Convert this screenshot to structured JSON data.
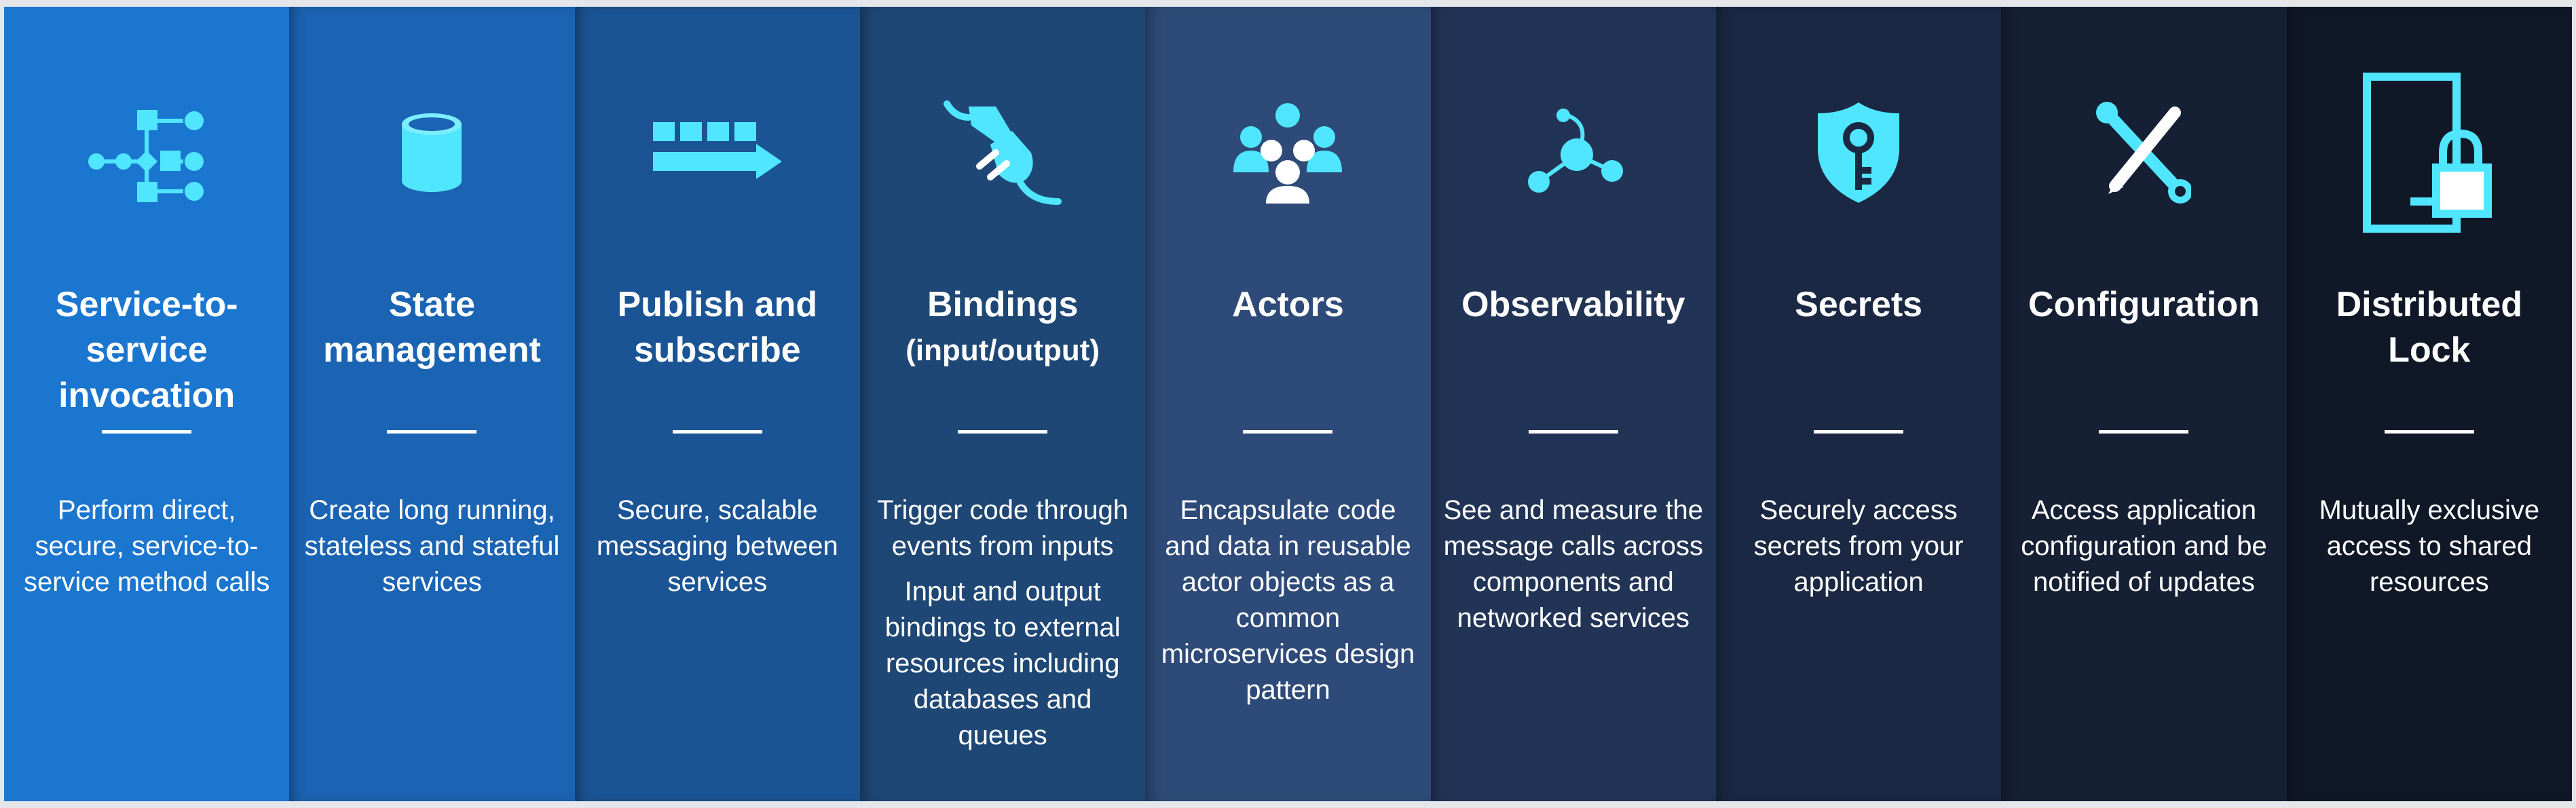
{
  "columns": [
    {
      "title": "Service-to-service invocation",
      "subtitle": "",
      "description": [
        "Perform direct, secure, service-to-service method calls"
      ],
      "icon": "service-invocation-icon",
      "color": "#1b76d0"
    },
    {
      "title": "State management",
      "subtitle": "",
      "description": [
        "Create long running, stateless and stateful services"
      ],
      "icon": "database-icon",
      "color": "#1b64b3"
    },
    {
      "title": "Publish and subscribe",
      "subtitle": "",
      "description": [
        "Secure, scalable messaging between services"
      ],
      "icon": "message-queue-icon",
      "color": "#1b5495"
    },
    {
      "title": "Bindings",
      "subtitle": "(input/output)",
      "description": [
        "Trigger code through events from inputs",
        "Input and output bindings to external resources including databases and queues"
      ],
      "icon": "plug-icon",
      "color": "#1e4775"
    },
    {
      "title": "Actors",
      "subtitle": "",
      "description": [
        "Encapsulate code and data in reusable actor objects as a common microservices design pattern"
      ],
      "icon": "people-group-icon",
      "color": "#2d4a78"
    },
    {
      "title": "Observability",
      "subtitle": "",
      "description": [
        "See and measure the message calls across components and networked services"
      ],
      "icon": "network-nodes-icon",
      "color": "#223456"
    },
    {
      "title": "Secrets",
      "subtitle": "",
      "description": [
        "Securely access secrets from your application"
      ],
      "icon": "shield-key-icon",
      "color": "#1b2843"
    },
    {
      "title": "Configuration",
      "subtitle": "",
      "description": [
        "Access application configuration and be notified of updates"
      ],
      "icon": "wrench-pencil-icon",
      "color": "#162034"
    },
    {
      "title": "Distributed Lock",
      "subtitle": "",
      "description": [
        "Mutually exclusive access to shared resources"
      ],
      "icon": "door-lock-icon",
      "color": "#101827"
    }
  ],
  "icon_color": "#50e6ff"
}
